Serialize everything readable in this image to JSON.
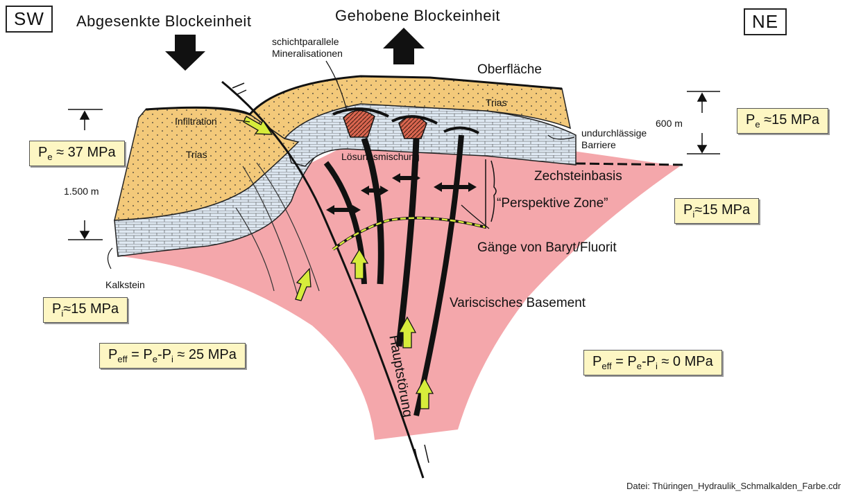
{
  "header": {
    "sw": "SW",
    "ne": "NE",
    "subsided_block": "Abgesenkte Blockeinheit",
    "raised_block": "Gehobene Blockeinheit"
  },
  "labels": {
    "surface": "Oberfläche",
    "mineralisation_line1": "schichtparallele",
    "mineralisation_line2": "Mineralisationen",
    "trias_left": "Trias",
    "trias_right": "Trias",
    "infiltration": "Infiltration",
    "solution_mixing": "Lösungsmischung",
    "barrier_line1": "undurchlässige",
    "barrier_line2": "Barriere",
    "zechstein_base": "Zechsteinbasis",
    "perspective_zone": "“Perspektive Zone”",
    "veins": "Gänge von Baryt/Fluorit",
    "limestone": "Kalkstein",
    "basement": "Variscisches Basement",
    "main_fault": "Hauptstörung",
    "depth_left": "1.500 m",
    "depth_right": "600 m"
  },
  "pressures": {
    "pe_left": {
      "sym": "P",
      "sub": "e",
      "val": " ≈ 37 MPa"
    },
    "pe_right": {
      "sym": "P",
      "sub": "e",
      "val": " ≈15 MPa"
    },
    "pi_right": {
      "sym": "P",
      "sub": "i",
      "val": "≈15 MPa"
    },
    "pi_left": {
      "sym": "P",
      "sub": "i",
      "val": "≈15 MPa"
    },
    "peff_left": {
      "a": "P",
      "asub": "eff",
      "b": " = P",
      "bsub": "e",
      "c": "-P",
      "csub": "i",
      "d": " ≈ 25 MPa"
    },
    "peff_right": {
      "a": "P",
      "asub": "eff",
      "b": " = P",
      "bsub": "e",
      "c": "-P",
      "csub": "i",
      "d": " ≈ 0 MPa"
    }
  },
  "footer": "Datei: Thüringen_Hydraulik_Schmalkalden_Farbe.cdr",
  "colors": {
    "basement": "#f4a7ab",
    "trias": "#f3c97a",
    "zechstein": "#d9e6f2",
    "mineral": "#d9654f",
    "arrow_fill": "#d7ec3b",
    "pbox": "#fdf6c3"
  }
}
